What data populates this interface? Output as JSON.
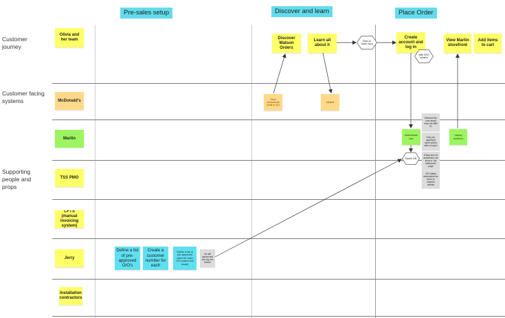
{
  "colors": {
    "header": "#62dcec",
    "yellow": "#ffff66",
    "orange": "#ffd98a",
    "green": "#9cf560",
    "cyan": "#5fe0f2",
    "grey": "#dcdcdc",
    "line": "#7a7a7a"
  },
  "phases": [
    {
      "label": "Pre-sales setup"
    },
    {
      "label": "Discover and learn"
    },
    {
      "label": "Place Order"
    }
  ],
  "rows": {
    "customer_journey": "Customer journey",
    "customer_facing_systems": "Customer facing systems",
    "supporting": "Supporting people and props"
  },
  "actors": {
    "olivia": "Olivia and her team",
    "mcdonalds": "McDonald's",
    "martin": "Martin",
    "tss_pmo": "TSS PMO",
    "cfts": "CFTS (manual invoicing system)",
    "jerry": "Jerry",
    "installation": "Installation contractors"
  },
  "journey": {
    "discover_watson": "Discover Watson Orders",
    "learn_all": "Learn all about it",
    "click_order_now": "Click on Order Now",
    "create_account": "Create account and log in",
    "ibm_sso": "IBM SSO system",
    "view_storefront": "View Martin storefront",
    "add_items": "Add items to cart"
  },
  "systems": {
    "send_email": "Send promotional email to O/O",
    "intranet": "Intranet"
  },
  "martin_lane": {
    "authenticate": "Authenticate user",
    "display_storefront": "Display storefront",
    "retrieve_email": "Retrieve the user email from the IBM ID",
    "only_approved": "Only pre-approved users will be able to log in"
  },
  "pmo_lane": {
    "martin_db": "Martin DB",
    "unknown_user": "If they are not authorized, we show a 'not authorized' page",
    "o_o_auth": "O/O status determined for them to request access"
  },
  "jerry_lane": {
    "define_list": "Define a list of pre-approved O/O's",
    "create_number": "Create a customer number for each",
    "define_list_users": "Define a list of pre-approved users for each O/O (name and email)",
    "upload": "He will upload and can log into Martin"
  }
}
